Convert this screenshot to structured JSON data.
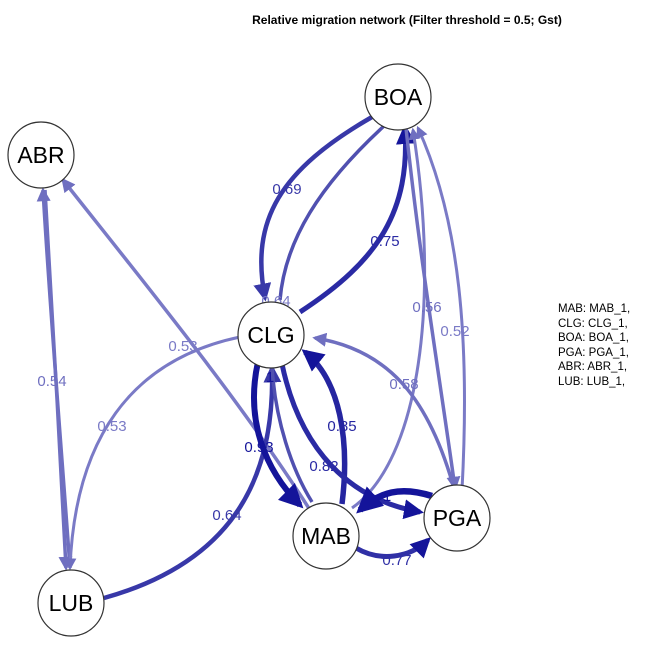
{
  "title": "Relative migration network (Filter threshold = 0.5; Gst)",
  "colors": {
    "light": "#6f6fc0",
    "mid": "#3838a8",
    "dark": "#14149a",
    "node_fill": "#ffffff",
    "node_stroke": "#333333"
  },
  "nodes": [
    {
      "id": "BOA",
      "label": "BOA"
    },
    {
      "id": "ABR",
      "label": "ABR"
    },
    {
      "id": "CLG",
      "label": "CLG"
    },
    {
      "id": "MAB",
      "label": "MAB"
    },
    {
      "id": "PGA",
      "label": "PGA"
    },
    {
      "id": "LUB",
      "label": "LUB"
    }
  ],
  "edges": [
    {
      "from": "BOA",
      "to": "CLG",
      "weight": "0.69"
    },
    {
      "from": "CLG",
      "to": "BOA",
      "weight": "0.75"
    },
    {
      "from": "MAB",
      "to": "BOA",
      "weight": "0.64"
    },
    {
      "from": "BOA",
      "to": "PGA",
      "weight": "0.56"
    },
    {
      "from": "PGA",
      "to": "BOA",
      "weight": "0.52"
    },
    {
      "from": "MAB",
      "to": "ABR",
      "weight": "0.53"
    },
    {
      "from": "LUB",
      "to": "ABR",
      "weight": "0.54"
    },
    {
      "from": "CLG",
      "to": "LUB",
      "weight": "0.53"
    },
    {
      "from": "LUB",
      "to": "CLG",
      "weight": "0.64"
    },
    {
      "from": "PGA",
      "to": "CLG",
      "weight": "0.58"
    },
    {
      "from": "CLG",
      "to": "MAB",
      "weight": "0.93"
    },
    {
      "from": "MAB",
      "to": "CLG",
      "weight": "0.85"
    },
    {
      "from": "CLG",
      "to": "PGA",
      "weight": "0.82"
    },
    {
      "from": "PGA",
      "to": "MAB",
      "weight": "1"
    },
    {
      "from": "MAB",
      "to": "PGA",
      "weight": "0.77"
    },
    {
      "from": "CLG",
      "to": "MAB",
      "weight": "1"
    }
  ],
  "legend": [
    "MAB: MAB_1,",
    "CLG: CLG_1,",
    "BOA: BOA_1,",
    "PGA: PGA_1,",
    "ABR: ABR_1,",
    "LUB: LUB_1,"
  ]
}
